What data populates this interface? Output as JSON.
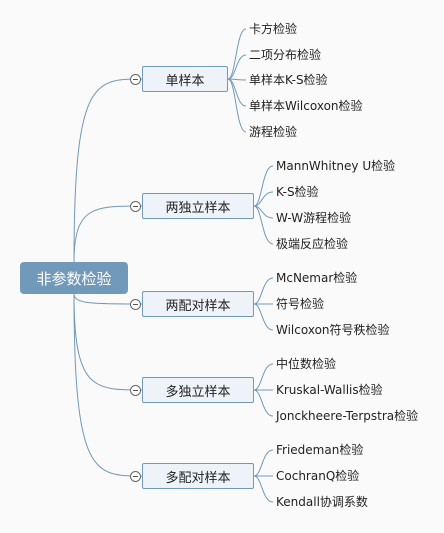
{
  "root": {
    "label": "非参数检验"
  },
  "branches": [
    {
      "label": "单样本",
      "children": [
        "卡方检验",
        "二项分布检验",
        "单样本K-S检验",
        "单样本Wilcoxon检验",
        "游程检验"
      ]
    },
    {
      "label": "两独立样本",
      "children": [
        "MannWhitney U检验",
        "K-S检验",
        "W-W游程检验",
        "极端反应检验"
      ]
    },
    {
      "label": "两配对样本",
      "children": [
        "McNemar检验",
        "符号检验",
        "Wilcoxon符号秩检验"
      ]
    },
    {
      "label": "多独立样本",
      "children": [
        "中位数检验",
        "Kruskal-Wallis检验",
        "Jonckheere-Terpstra检验"
      ]
    },
    {
      "label": "多配对样本",
      "children": [
        "Friedeman检验",
        "CochranQ检验",
        "Kendall协调系数"
      ]
    }
  ],
  "colors": {
    "line": "#7199b9",
    "root_bg": "#7199b9",
    "branch_bg": "#eef3f9",
    "background": "#fafafa"
  }
}
